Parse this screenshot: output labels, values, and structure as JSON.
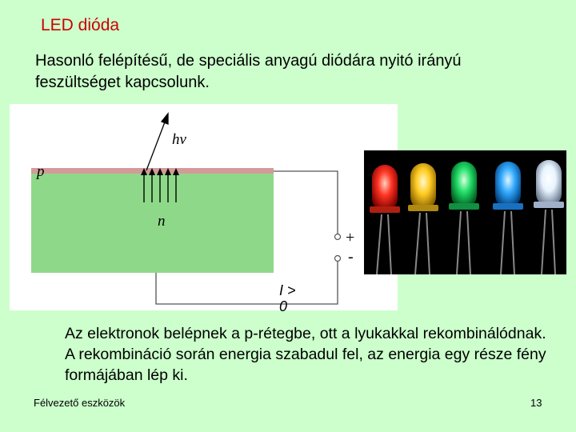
{
  "slide": {
    "title": "LED dióda",
    "intro": "Hasonló felépítésű, de speciális anyagú diódára nyitó irányú feszültséget kapcsolunk.",
    "body": "Az elektronok belépnek a p-rétegbe, ott a lyukakkal rekombinálódnak. A rekombináció során energia szabadul fel, az energia egy része fény formájában lép ki.",
    "footer": "Félvezető eszközök",
    "page_number": "13"
  },
  "diagram": {
    "photon_label": "hν",
    "p_label": "p",
    "n_label": "n",
    "plus_label": "+",
    "minus_label": "-",
    "current_label": "I > 0",
    "colors": {
      "p_layer": "#d49a9a",
      "n_layer": "#8ed989",
      "wire": "#555555"
    }
  },
  "photo": {
    "led_colors": [
      "#ff3322",
      "#ffcc22",
      "#22dd66",
      "#33aaff",
      "#e8f4ff"
    ]
  }
}
